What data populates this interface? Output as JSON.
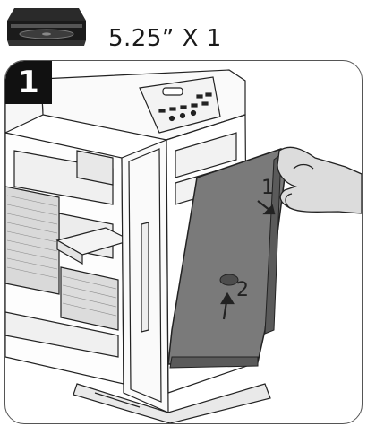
{
  "header": {
    "drive_icon": "optical-drive-icon",
    "caption": "5.25” X 1"
  },
  "panel": {
    "step_number": "1",
    "arrow_labels": {
      "pull": "1",
      "lift": "2"
    }
  },
  "colors": {
    "panel_fill": "#7a7a7a",
    "panel_dark": "#5a5a5a",
    "line": "#222222",
    "hand": "#dcdcdc"
  }
}
